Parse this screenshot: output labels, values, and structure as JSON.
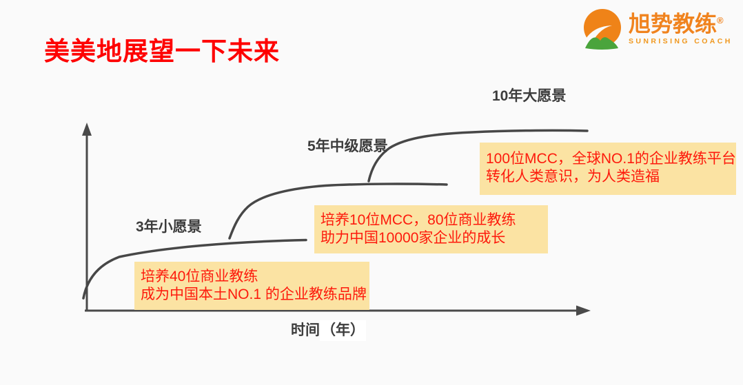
{
  "page": {
    "background": "#fafafa"
  },
  "title": {
    "text": "美美地展望一下未来",
    "color": "#fe0000"
  },
  "logo": {
    "name": "旭势教练",
    "registered_mark": "®",
    "subtitle": "SUNRISING COACH",
    "colors": {
      "orange": "#ef8318",
      "green": "#4aa43c"
    }
  },
  "diagram": {
    "type": "stepped-growth-curves",
    "curve_color": "#474747",
    "axis_color": "#4a4a4a",
    "note_style": {
      "background": "#fbe3a3",
      "text_color": "#fd1a0c"
    },
    "x_axis_label_part1": "时间",
    "x_axis_label_part2": "（年）",
    "stages": [
      {
        "label": "3年小愿景",
        "note_lines": [
          "培养40位商业教练",
          "成为中国本土NO.1 的企业教练品牌"
        ]
      },
      {
        "label": "5年中级愿景",
        "note_lines": [
          "培养10位MCC，80位商业教练",
          "助力中国10000家企业的成长"
        ]
      },
      {
        "label": "10年大愿景",
        "note_lines": [
          "100位MCC，全球NO.1的企业教练平台",
          "转化人类意识，为人类造福"
        ]
      }
    ]
  }
}
